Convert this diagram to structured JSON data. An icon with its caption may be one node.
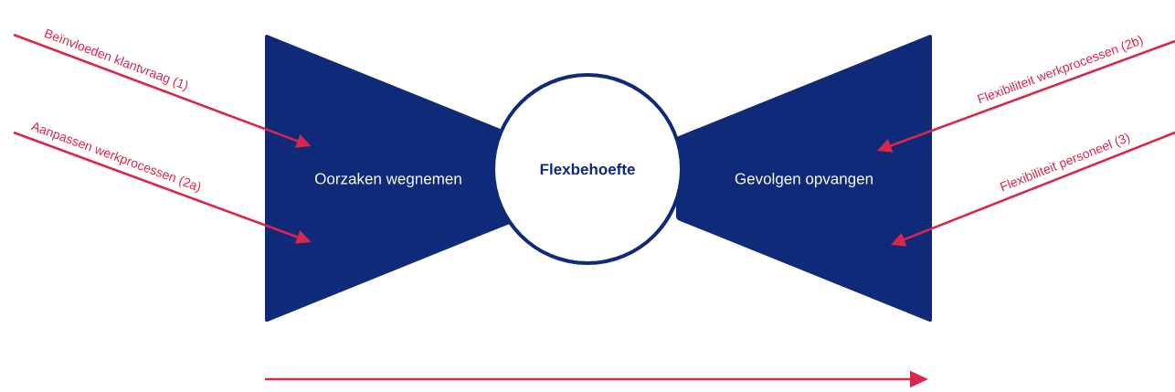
{
  "diagram": {
    "nodes": [
      {
        "text": [
          "Oorzaken wegnemen"
        ]
      },
      {
        "text": [
          "Flexbehoefte"
        ]
      },
      {
        "text": [
          "Gevolgen opvangen"
        ]
      }
    ],
    "edges": [
      {
        "from": null,
        "to": 0,
        "arrow": "to",
        "label": "Beïnvloeden klantvraag (1)"
      },
      {
        "from": null,
        "to": 0,
        "arrow": "to",
        "label": "Aanpassen werkprocessen (2a)"
      },
      {
        "from": null,
        "to": 2,
        "arrow": "to",
        "label": "Flexibiliteit werkprocessen (2b)"
      },
      {
        "from": null,
        "to": 2,
        "arrow": "to",
        "label": "Flexibiliteit personeel (3)"
      }
    ]
  }
}
